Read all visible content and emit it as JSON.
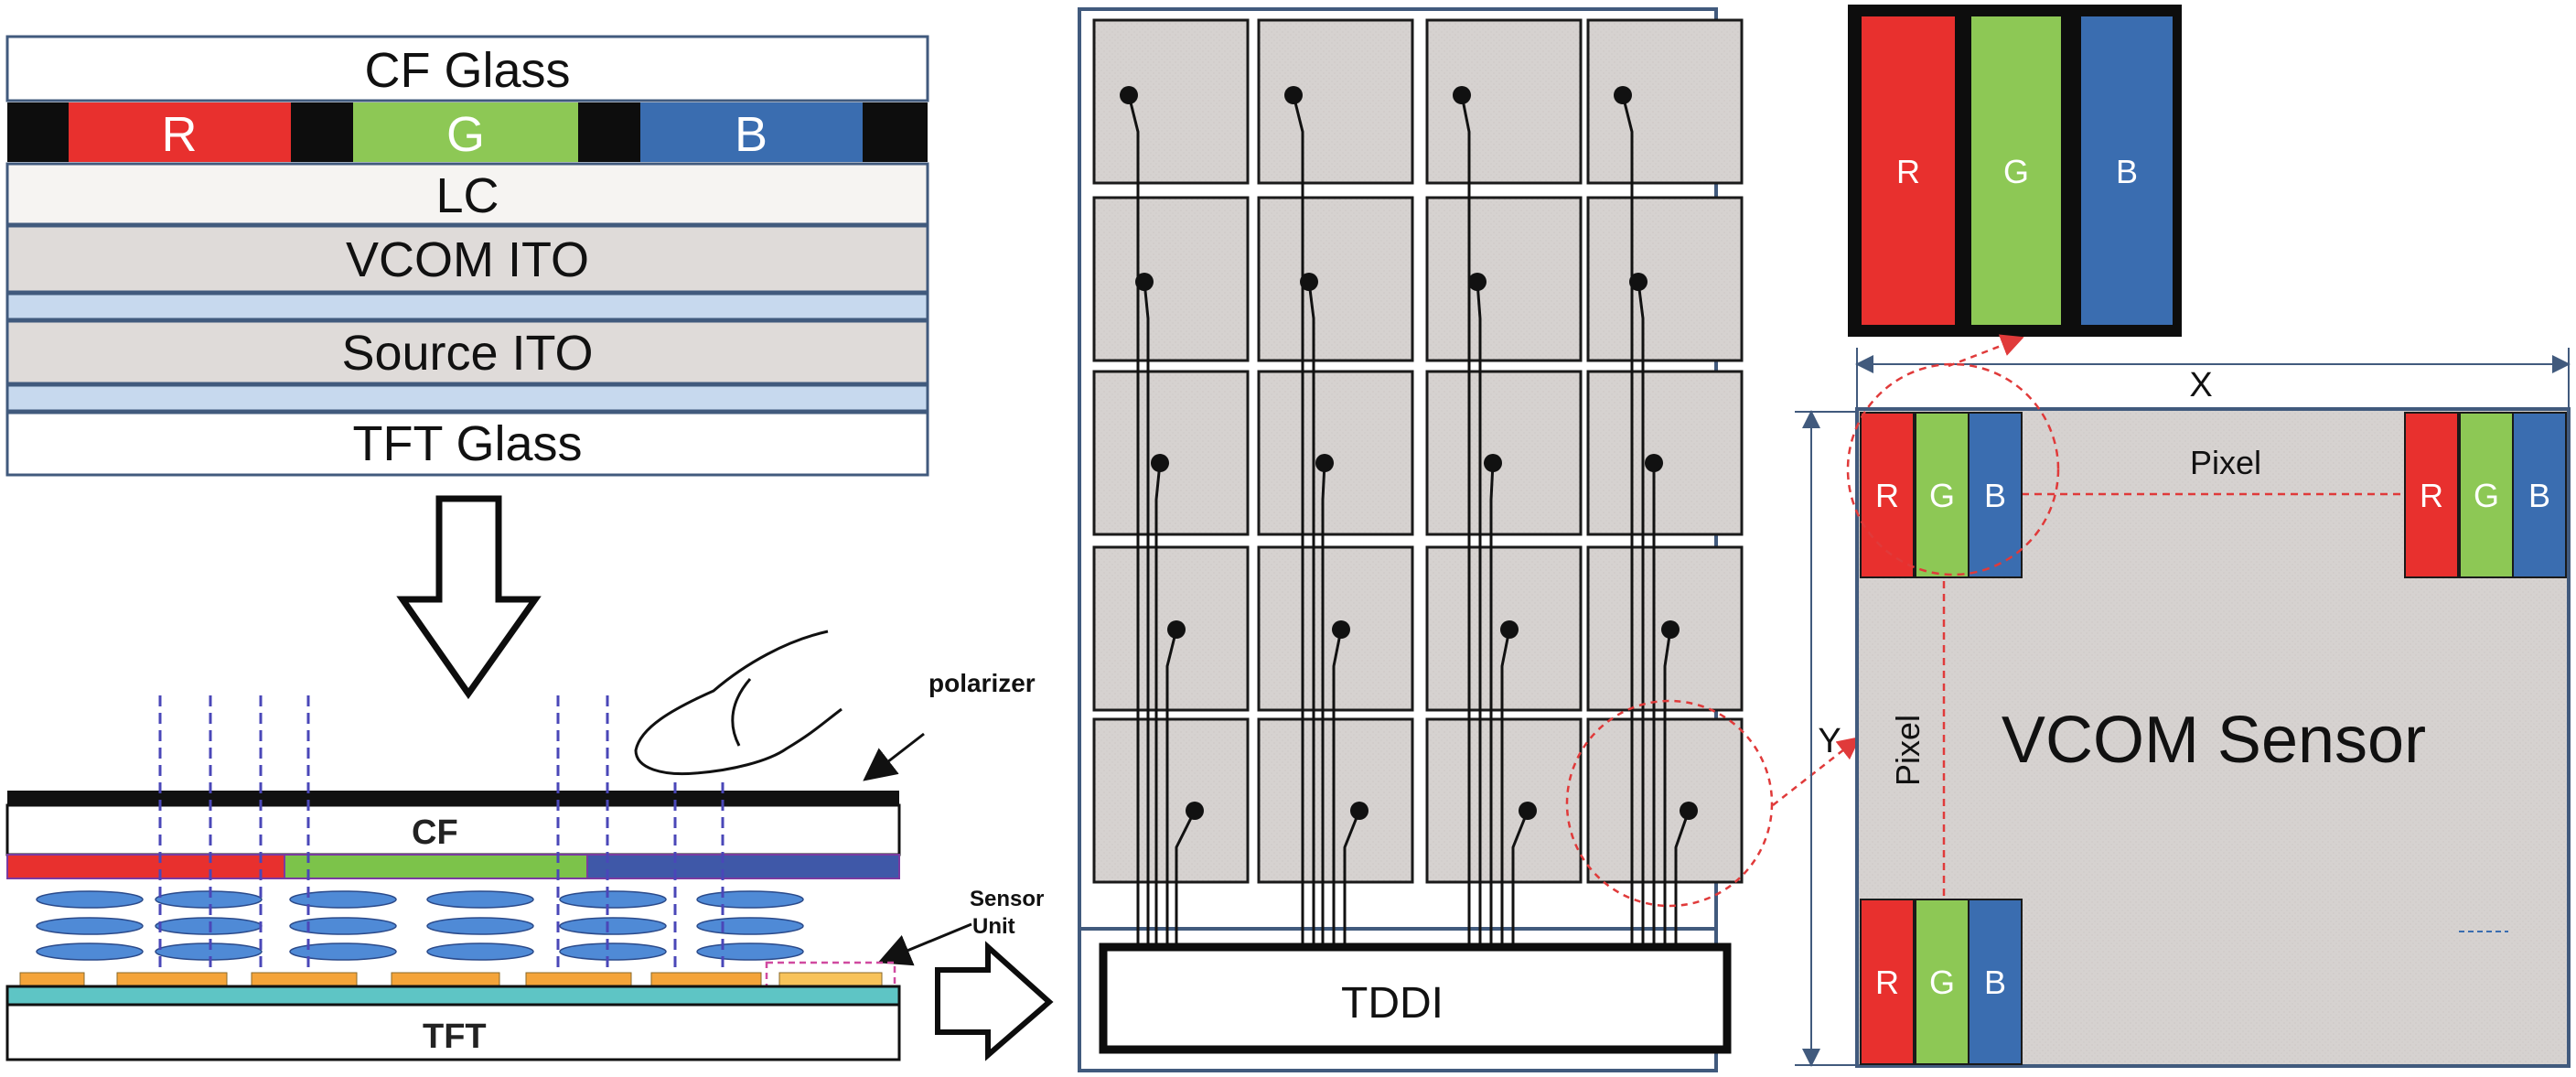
{
  "colors": {
    "red": "#e8302e",
    "green": "#8dc855",
    "blue": "#3a6db0",
    "black": "#0d0d0d",
    "gray_fill": "#d6d2d0",
    "light_blue": "#c7d9ee",
    "outline_blue": "#415a7d",
    "dash_red": "#e03a3a",
    "dash_purple": "#4a47b8",
    "orange": "#f4a43a",
    "teal": "#5ec5c5"
  },
  "stack": {
    "layers": [
      {
        "id": "cf-glass",
        "label": "CF Glass"
      },
      {
        "id": "rgb-filter",
        "label": ""
      },
      {
        "id": "lc",
        "label": "LC"
      },
      {
        "id": "vcom-ito",
        "label": "VCOM ITO"
      },
      {
        "id": "gap-1",
        "label": ""
      },
      {
        "id": "source-ito",
        "label": "Source ITO"
      },
      {
        "id": "gap-2",
        "label": ""
      },
      {
        "id": "tft-glass",
        "label": "TFT Glass"
      }
    ],
    "filter_labels": {
      "r": "R",
      "g": "G",
      "b": "B"
    }
  },
  "cross_section": {
    "polarizer_label": "polarizer",
    "cf_label": "CF",
    "tft_label": "TFT",
    "sensor_label_1": "Sensor",
    "sensor_label_2": "Unit"
  },
  "grid": {
    "rows": 5,
    "cols": 4,
    "driver_label": "TDDI"
  },
  "zoom_rgb": {
    "r": "R",
    "g": "G",
    "b": "B"
  },
  "sensor_detail": {
    "x_label": "X",
    "y_label": "Y",
    "pixel_h_label": "Pixel",
    "pixel_v_label": "Pixel",
    "sensor_label": "VCOM Sensor",
    "rgb": {
      "r": "R",
      "g": "G",
      "b": "B"
    }
  }
}
